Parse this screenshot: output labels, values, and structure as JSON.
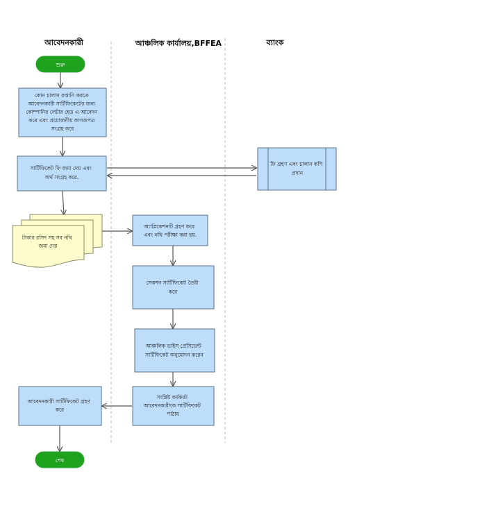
{
  "lanes": {
    "applicant": "আবেদনকারী",
    "regional_office": "আঞ্চলিক কার্যালয়,BFFEA",
    "bank": "ব্যাংক"
  },
  "terminals": {
    "start": "শুরু",
    "end": "শেষ"
  },
  "steps": {
    "apply": [
      "কোন চালান রপ্তানি করতে",
      "আবেদনকারী সার্টিফিকেটের জন্য",
      "কোম্পানির লেটার হেড এ আবেদন",
      "করে এবং প্রয়োজনীয় কাগজপত্র",
      "সংগ্রহ করে"
    ],
    "fee": [
      "সার্টিফিকেট ফি জমা দেয় এবং",
      "অর্থ সংগ্রহ করে."
    ],
    "bank": [
      "ফি গ্রহণ এবং চালান কপি",
      "প্রদান"
    ],
    "documents": [
      "টাকার রসিদ সহ সব নথি",
      "জমা দেয়"
    ],
    "receive": [
      "অ্যাপ্লিকেশনটি গ্রহণ করে",
      "এবং নথি পরীক্ষা করা হয়."
    ],
    "prepare": [
      "সেকশন সার্টিফিকেট তৈরী",
      "করে"
    ],
    "approve": [
      "আঞ্চলিক ভাইস প্রেসিডেন্ট",
      "সার্টিফিকেট অনুমোদন করেন"
    ],
    "send": [
      "সংশ্লিষ্ট কর্মকর্তা",
      "আবেদনকারীকে সার্টিফিকেট",
      "পাঠায়"
    ],
    "collect": [
      "আবেদনকারী সার্টিফিকেট গ্রহণ",
      "করে"
    ]
  },
  "colors": {
    "box_fill": "#bdddfb",
    "box_stroke": "#5a6f8a",
    "terminal_fill": "#1fa31f",
    "document_fill": "#fcfccc",
    "lane_divider": "#b8b8d8"
  }
}
